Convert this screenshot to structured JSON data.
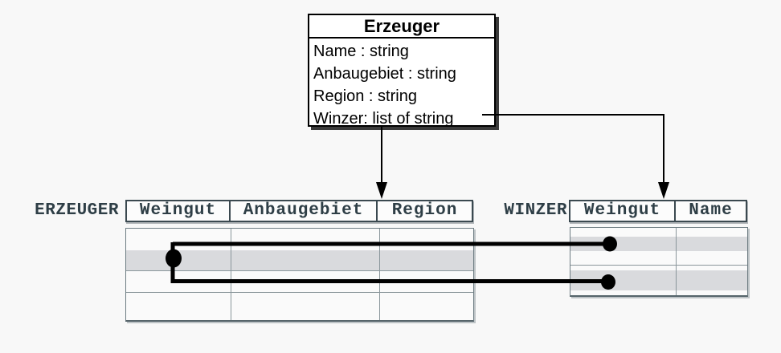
{
  "class_box": {
    "title": "Erzeuger",
    "attributes": [
      "Name : string",
      "Anbaugebiet : string",
      "Region : string",
      "Winzer: list of string"
    ]
  },
  "tables": {
    "erzeuger": {
      "label": "ERZEUGER",
      "columns": [
        "Weingut",
        "Anbaugebiet",
        "Region"
      ],
      "body_rows": 4,
      "highlighted_row_index": 1
    },
    "winzer": {
      "label": "WINZER",
      "columns": [
        "Weingut",
        "Name"
      ],
      "body_rows": 4,
      "highlighted_row_indexes": [
        1,
        3
      ]
    }
  },
  "connectors": {
    "arrow_from_class_bottom_to": "ERZEUGER",
    "arrow_from_attribute": "Winzer: list of string",
    "arrow_from_attribute_to": "WINZER",
    "row_link": {
      "erzeuger_highlighted_row": 1,
      "winzer_highlighted_rows": [
        1,
        3
      ]
    }
  },
  "colors": {
    "background": "#f8f8f8",
    "row_stripe": "#d9dadd",
    "table_text": "#2e3e46",
    "header_border": "#3b4950",
    "grid_line": "#8a969b",
    "connector": "#000000"
  }
}
